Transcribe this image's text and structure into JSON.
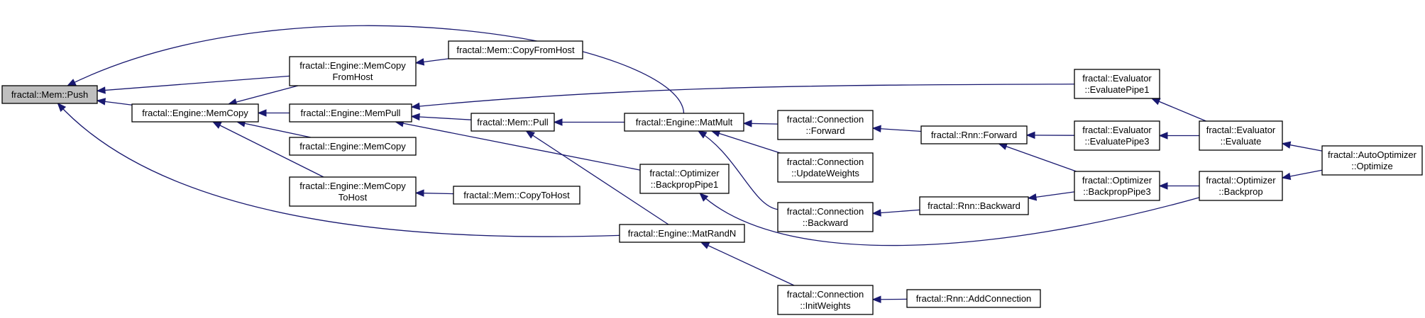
{
  "nodes": [
    {
      "id": "push",
      "lines": [
        "fractal::Mem::Push"
      ]
    },
    {
      "id": "engine_memcopy",
      "lines": [
        "fractal::Engine::MemCopy"
      ]
    },
    {
      "id": "memcopy_fromhost",
      "lines": [
        "fractal::Engine::MemCopy",
        "FromHost"
      ]
    },
    {
      "id": "mem_copyfromhost",
      "lines": [
        "fractal::Mem::CopyFromHost"
      ]
    },
    {
      "id": "engine_mempull",
      "lines": [
        "fractal::Engine::MemPull"
      ]
    },
    {
      "id": "engine_memcopy2",
      "lines": [
        "fractal::Engine::MemCopy"
      ]
    },
    {
      "id": "memcopy_tohost",
      "lines": [
        "fractal::Engine::MemCopy",
        "ToHost"
      ]
    },
    {
      "id": "mem_copytohost",
      "lines": [
        "fractal::Mem::CopyToHost"
      ]
    },
    {
      "id": "mem_pull",
      "lines": [
        "fractal::Mem::Pull"
      ]
    },
    {
      "id": "matmult",
      "lines": [
        "fractal::Engine::MatMult"
      ]
    },
    {
      "id": "opt_backproppipe1",
      "lines": [
        "fractal::Optimizer",
        "::BackpropPipe1"
      ]
    },
    {
      "id": "matrandn",
      "lines": [
        "fractal::Engine::MatRandN"
      ]
    },
    {
      "id": "conn_forward",
      "lines": [
        "fractal::Connection",
        "::Forward"
      ]
    },
    {
      "id": "conn_updateweights",
      "lines": [
        "fractal::Connection",
        "::UpdateWeights"
      ]
    },
    {
      "id": "conn_backward",
      "lines": [
        "fractal::Connection",
        "::Backward"
      ]
    },
    {
      "id": "conn_initweights",
      "lines": [
        "fractal::Connection",
        "::InitWeights"
      ]
    },
    {
      "id": "rnn_forward",
      "lines": [
        "fractal::Rnn::Forward"
      ]
    },
    {
      "id": "rnn_backward",
      "lines": [
        "fractal::Rnn::Backward"
      ]
    },
    {
      "id": "rnn_addconnection",
      "lines": [
        "fractal::Rnn::AddConnection"
      ]
    },
    {
      "id": "eval_pipe1",
      "lines": [
        "fractal::Evaluator",
        "::EvaluatePipe1"
      ]
    },
    {
      "id": "eval_pipe3",
      "lines": [
        "fractal::Evaluator",
        "::EvaluatePipe3"
      ]
    },
    {
      "id": "opt_backproppipe3",
      "lines": [
        "fractal::Optimizer",
        "::BackpropPipe3"
      ]
    },
    {
      "id": "eval_evaluate",
      "lines": [
        "fractal::Evaluator",
        "::Evaluate"
      ]
    },
    {
      "id": "opt_backprop",
      "lines": [
        "fractal::Optimizer",
        "::Backprop"
      ]
    },
    {
      "id": "autoopt_optimize",
      "lines": [
        "fractal::AutoOptimizer",
        "::Optimize"
      ]
    }
  ],
  "edges": [
    {
      "from": "engine_memcopy",
      "to": "push"
    },
    {
      "from": "memcopy_fromhost",
      "to": "push"
    },
    {
      "from": "matmult",
      "to": "push"
    },
    {
      "from": "matrandn",
      "to": "push"
    },
    {
      "from": "memcopy_fromhost",
      "to": "engine_memcopy"
    },
    {
      "from": "engine_mempull",
      "to": "engine_memcopy"
    },
    {
      "from": "engine_memcopy2",
      "to": "engine_memcopy"
    },
    {
      "from": "memcopy_tohost",
      "to": "engine_memcopy"
    },
    {
      "from": "mem_copyfromhost",
      "to": "memcopy_fromhost"
    },
    {
      "from": "mem_pull",
      "to": "engine_mempull"
    },
    {
      "from": "opt_backproppipe1",
      "to": "engine_mempull"
    },
    {
      "from": "eval_pipe1",
      "to": "engine_mempull"
    },
    {
      "from": "mem_copytohost",
      "to": "memcopy_tohost"
    },
    {
      "from": "matmult",
      "to": "mem_pull"
    },
    {
      "from": "matrandn",
      "to": "mem_pull"
    },
    {
      "from": "conn_forward",
      "to": "matmult"
    },
    {
      "from": "conn_updateweights",
      "to": "matmult"
    },
    {
      "from": "conn_backward",
      "to": "matmult"
    },
    {
      "from": "opt_backprop",
      "to": "opt_backproppipe1"
    },
    {
      "from": "conn_initweights",
      "to": "matrandn"
    },
    {
      "from": "rnn_forward",
      "to": "conn_forward"
    },
    {
      "from": "rnn_backward",
      "to": "conn_backward"
    },
    {
      "from": "rnn_addconnection",
      "to": "conn_initweights"
    },
    {
      "from": "eval_pipe3",
      "to": "rnn_forward"
    },
    {
      "from": "opt_backproppipe3",
      "to": "rnn_forward"
    },
    {
      "from": "opt_backproppipe3",
      "to": "rnn_backward"
    },
    {
      "from": "eval_evaluate",
      "to": "eval_pipe1"
    },
    {
      "from": "eval_evaluate",
      "to": "eval_pipe3"
    },
    {
      "from": "opt_backprop",
      "to": "opt_backproppipe3"
    },
    {
      "from": "autoopt_optimize",
      "to": "eval_evaluate"
    },
    {
      "from": "autoopt_optimize",
      "to": "opt_backprop"
    }
  ]
}
